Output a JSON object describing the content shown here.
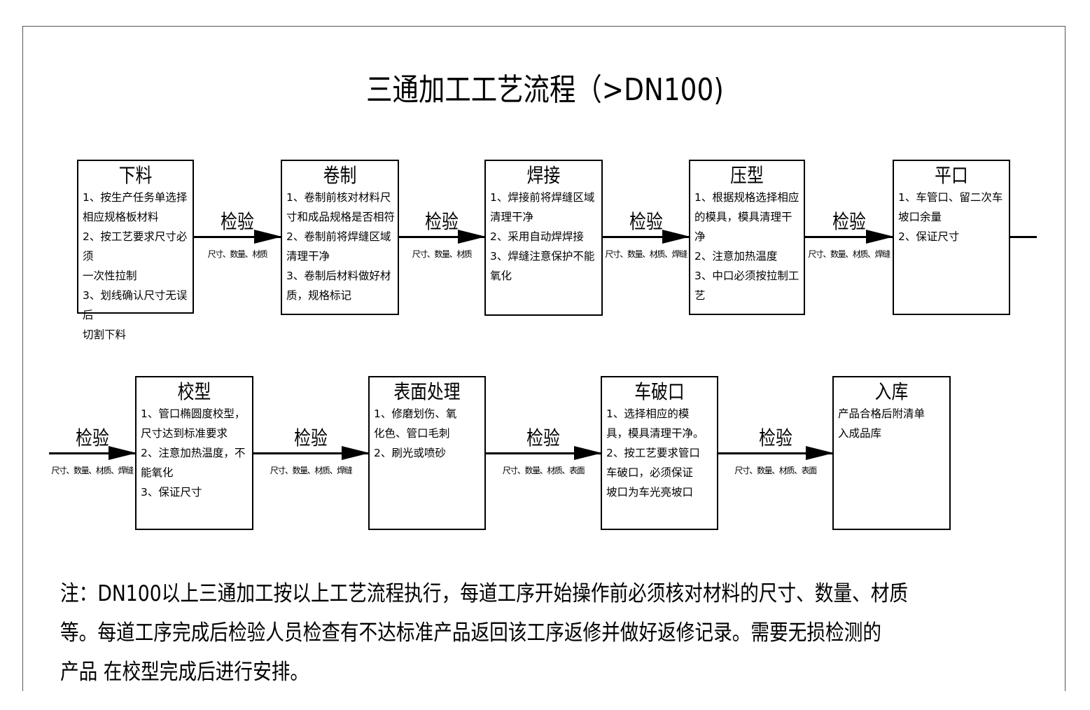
{
  "title": "三通加工工艺流程（>DN100)",
  "steps": [
    {
      "title": "下料",
      "body": "1、按生产任务单选择\n    相应规格板材料\n2、按工艺要求尺寸必须\n一次性拉制\n3、划线确认尺寸无误后\n切割下料"
    },
    {
      "title": "卷制",
      "body": "1、卷制前核对材料尺\n寸和成品规格是否相符\n2、卷制前将焊缝区域\n清理干净\n3、卷制后材料做好材\n质，规格标记"
    },
    {
      "title": "焊接",
      "body": "1、焊接前将焊缝区域\n清理干净\n2、采用自动焊焊接\n3、焊缝注意保护不能\n氧化"
    },
    {
      "title": "压型",
      "body": "1、根据规格选择相应\n的模具，模具清理干净\n2、注意加热温度\n3、中口必须按拉制工\n艺"
    },
    {
      "title": "平口",
      "body": "1、车管口、留二次车\n    坡口余量\n2、保证尺寸"
    },
    {
      "title": "校型",
      "body": "1、管口椭圆度校型，\n      尺寸达到标准要求\n2、注意加热温度，不\n能氧化\n3、保证尺寸"
    },
    {
      "title": "表面处理",
      "body": "1、修磨划伤、氧\n    化色、管口毛刺\n2、刷光或喷砂"
    },
    {
      "title": "车破口",
      "body": "1、选择相应的模\n具，模具清理干净。\n2、按工艺要求管口\n车破口，必须保证\n坡口为车光亮坡口"
    },
    {
      "title": "入库",
      "body": "产品合格后附清单\n入成品库"
    }
  ],
  "inspections": [
    {
      "label": "检验",
      "criteria": "尺寸、数量、材质"
    },
    {
      "label": "检验",
      "criteria": "尺寸、数量、材质"
    },
    {
      "label": "检验",
      "criteria": "尺寸、数量、材质、焊缝"
    },
    {
      "label": "检验",
      "criteria": "尺寸、数量、材质、焊缝"
    },
    {
      "label": "检验",
      "criteria": "尺寸、数量、材质、焊缝"
    },
    {
      "label": "检验",
      "criteria": "尺寸、数量、材质、焊缝"
    },
    {
      "label": "检验",
      "criteria": "尺寸、数量、材质、表面"
    },
    {
      "label": "检验",
      "criteria": "尺寸、数量、材质、表面"
    }
  ],
  "note": "注：DN100以上三通加工按以上工艺流程执行，每道工序开始操作前必须核对材料的尺寸、数量、材质\n等。每道工序完成后检验人员检查有不达标准产品返回该工序返修并做好返修记录。需要无损检测的\n产品 在校型完成后进行安排。"
}
